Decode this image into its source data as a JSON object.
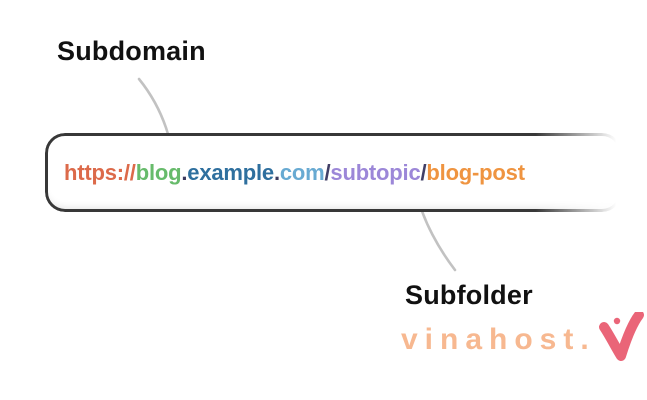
{
  "diagram": {
    "subdomain_label": "Subdomain",
    "subfolder_label": "Subfolder"
  },
  "url": {
    "full": "https://blog.example.com/subtopic/blog-post",
    "segments": [
      {
        "name": "protocol",
        "text": "https://",
        "color": "#dc6a4a"
      },
      {
        "name": "subdomain",
        "text": "blog",
        "color": "#67bb6b"
      },
      {
        "name": "separator-dot",
        "text": ".",
        "color": "#3c3b5e"
      },
      {
        "name": "domain",
        "text": "example",
        "color": "#2e6f9e"
      },
      {
        "name": "separator-dot",
        "text": ".",
        "color": "#3c3b5e"
      },
      {
        "name": "tld",
        "text": "com",
        "color": "#68aad2"
      },
      {
        "name": "separator-slash",
        "text": "/",
        "color": "#413f66"
      },
      {
        "name": "subfolder",
        "text": "subtopic",
        "color": "#9c87d8"
      },
      {
        "name": "separator-slash",
        "text": "/",
        "color": "#413f66"
      },
      {
        "name": "page",
        "text": "blog-post",
        "color": "#ef9440"
      }
    ]
  },
  "watermark": {
    "brand": "vinahost.",
    "text_color": "#f7b287",
    "mark_color": "#e9596d"
  },
  "colors": {
    "background": "#ffffff",
    "label_text": "#111111",
    "box_border": "#383838",
    "arrow": "#c2c2c2"
  }
}
